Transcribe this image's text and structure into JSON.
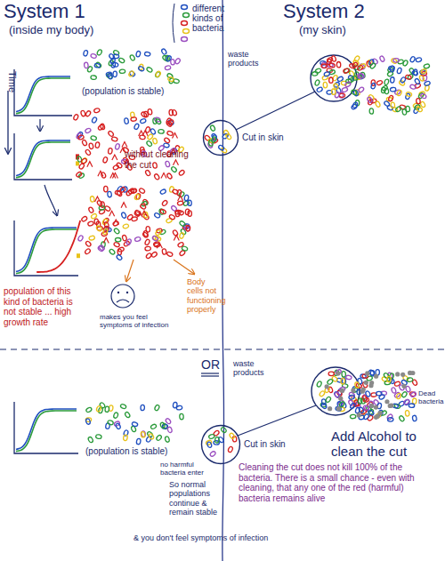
{
  "diagram": {
    "nodes": [
      {
        "text": [
          "Cut in skin"
        ]
      },
      {
        "text": [
          "Cut in skin"
        ]
      }
    ],
    "labels": [
      "System 1",
      "(inside my body)",
      "System 2",
      "(my skin)",
      "Time",
      "(population is stable)",
      "waste products",
      "without cleaning the cut",
      "population of this kind of bacteria is not stable ... high growth rate",
      "makes you feel symptoms of infection",
      "Body cells not functioning properly",
      "OR",
      "waste products",
      "Dead bacteria",
      "Add Alcohol to clean the cut",
      "(population is stable)",
      "no harmful bacteria enter",
      "So normal populations continue & remain stable",
      "Cleaning the cut does not kill 100% of the bacteria. There is a small chance - even with cleaning, that any one of the red (harmful) bacteria remains alive",
      "& you don't feel symptoms of infection"
    ],
    "legend": [
      {
        "text": "different kinds of bacteria"
      }
    ]
  }
}
